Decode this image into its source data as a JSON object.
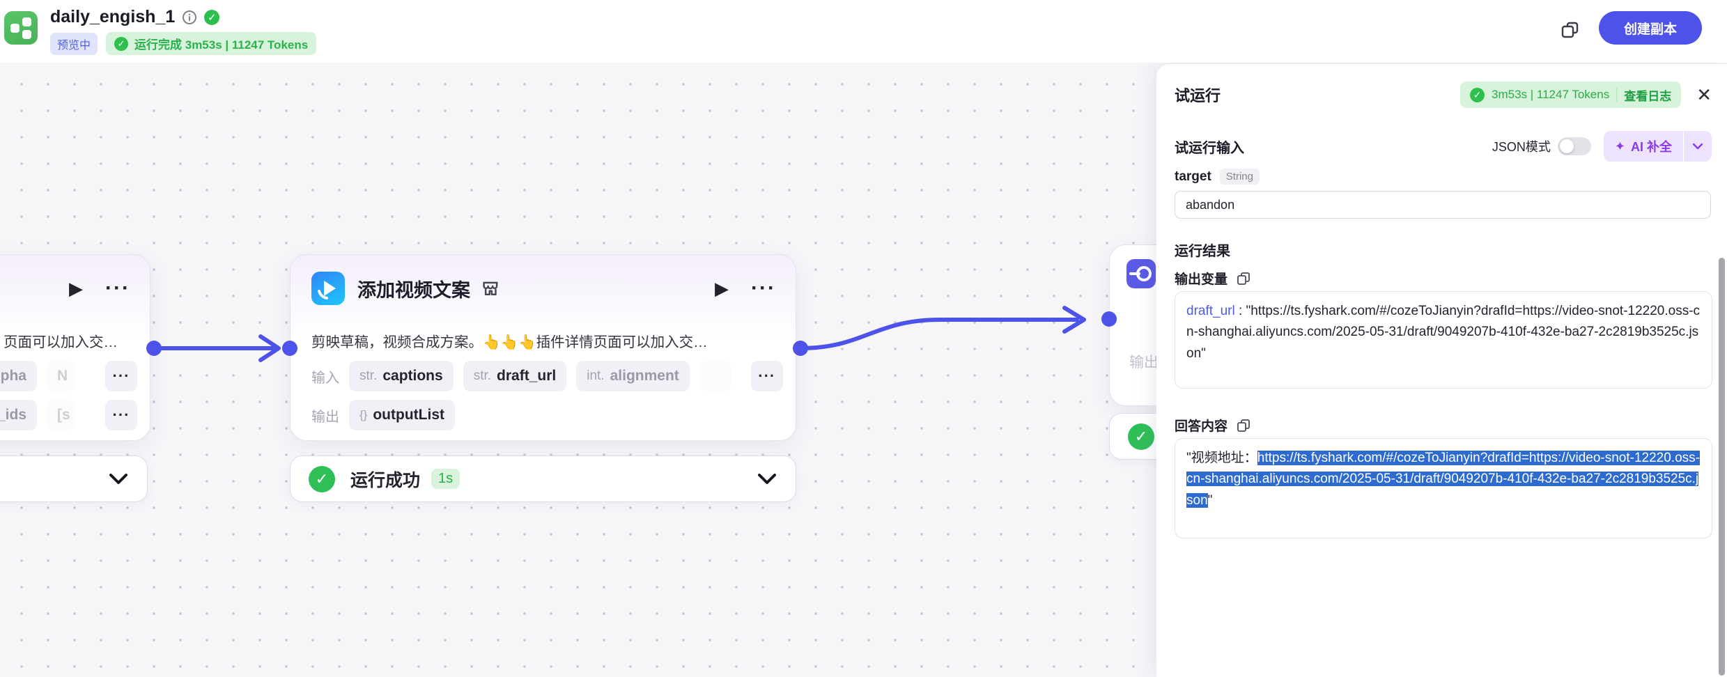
{
  "header": {
    "title": "daily_engish_1",
    "preview_badge": "预览中",
    "run_badge": "运行完成 3m53s | 11247 Tokens",
    "create_copy_button": "创建副本"
  },
  "canvas": {
    "left_node": {
      "description": "页面可以加入交…",
      "row1_tag": "pha",
      "row1_ghost": "N",
      "row1_more": "···",
      "row2_tag": "e_ids",
      "row2_ghost": "[s",
      "row2_more": "···",
      "play": "▶",
      "more": "···"
    },
    "main_node": {
      "title": "添加视频文案",
      "description": "剪映草稿，视频合成方案。👆👆👆插件详情页面可以加入交…",
      "play": "▶",
      "more": "···",
      "input_label": "输入",
      "output_label": "输出",
      "input_tags": [
        {
          "type": "str.",
          "name": "captions"
        },
        {
          "type": "str.",
          "name": "draft_url"
        },
        {
          "type": "int.",
          "name": "alignment"
        }
      ],
      "input_more": "···",
      "output_tag": {
        "type": "{}",
        "name": "outputList"
      }
    },
    "main_status": {
      "check": "✓",
      "label": "运行成功",
      "duration": "1s"
    },
    "left_status": {},
    "end_node": {
      "output_label": "输出"
    },
    "end_status": {
      "check": "✓"
    }
  },
  "panel": {
    "title": "试运行",
    "run_badge": {
      "time_tokens": "3m53s | 11247 Tokens",
      "view_log": "查看日志"
    },
    "close": "✕",
    "input_section": {
      "title": "试运行输入",
      "json_mode": "JSON模式",
      "ai_complete": "AI 补全",
      "sparkle": "✦"
    },
    "field": {
      "name": "target",
      "type": "String",
      "value": "abandon"
    },
    "result_section": {
      "title": "运行结果",
      "output_var_label": "输出变量",
      "output_key": "draft_url",
      "output_sep": " : ",
      "output_value": "\"https://ts.fyshark.com/#/cozeToJianyin?drafId=https://video-snot-12220.oss-cn-shanghai.aliyuncs.com/2025-05-31/draft/9049207b-410f-432e-ba27-2c2819b3525c.json\"",
      "answer_label": "回答内容",
      "answer_prefix": "\"视频地址：",
      "answer_highlight": "https://ts.fyshark.com/#/cozeToJianyin?drafId=https://video-snot-12220.oss-cn-shanghai.aliyuncs.com/2025-05-31/draft/9049207b-410f-432e-ba27-2c2819b3525c.json",
      "answer_suffix": "\""
    }
  },
  "colors": {
    "accent_indigo": "#4d53e8",
    "success_green": "#2fbf4f",
    "selection_blue": "#2e6bd0",
    "ai_purple": "#8a39ea",
    "badge_green_bg": "#d8f3db"
  }
}
